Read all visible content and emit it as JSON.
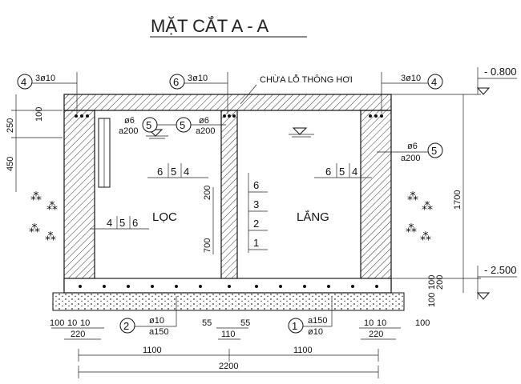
{
  "title": "MẶT CẮT A - A",
  "vent_label": "CHỪA LỖ THÔNG HƠI",
  "rooms": {
    "left": "LỌC",
    "right": "LẮNG"
  },
  "levels": {
    "top": "- 0.800",
    "bottom": "- 2.500"
  },
  "callouts": {
    "top_left_num": "4",
    "top_left_rebar": "3ø10",
    "top_mid_num": "6",
    "top_mid_rebar": "3ø10",
    "top_right_num": "4",
    "top_right_rebar": "3ø10",
    "mid_bubble_a": "5",
    "mid_bubble_b": "5",
    "mid_rebar_a_top": "ø6",
    "mid_rebar_a_bot": "a200",
    "mid_rebar_b_top": "ø6",
    "mid_rebar_b_bot": "a200",
    "right_num": "5",
    "right_rebar_top": "ø6",
    "right_rebar_bot": "a200",
    "bottom_left_num": "2",
    "bottom_left_top": "ø10",
    "bottom_left_bot": "a150",
    "bottom_right_num": "1",
    "bottom_right_top": "a150",
    "bottom_right_bot": "ø10"
  },
  "rebar_tables": {
    "left_654": [
      "6",
      "5",
      "4"
    ],
    "right_654": [
      "6",
      "5",
      "4"
    ],
    "left_456": [
      "4",
      "5",
      "6"
    ],
    "mid_stack": [
      "6",
      "3",
      "2",
      "1"
    ]
  },
  "dimensions": {
    "left_250": "250",
    "left_450": "450",
    "left_100": "100",
    "right_1700": "1700",
    "right_100": "100",
    "right_200": "200",
    "right_100b": "100",
    "mid_200": "200",
    "mid_700": "700",
    "bot_100_left": "100",
    "bot_10_a": "10",
    "bot_10_b": "10",
    "bot_220_left": "220",
    "bot_55_a": "55",
    "bot_55_b": "55",
    "bot_110": "110",
    "bot_10_c": "10",
    "bot_10_d": "10",
    "bot_220_right": "220",
    "bot_100_right": "100",
    "bot_1100_left": "1100",
    "bot_1100_right": "1100",
    "bot_2200": "2200"
  }
}
